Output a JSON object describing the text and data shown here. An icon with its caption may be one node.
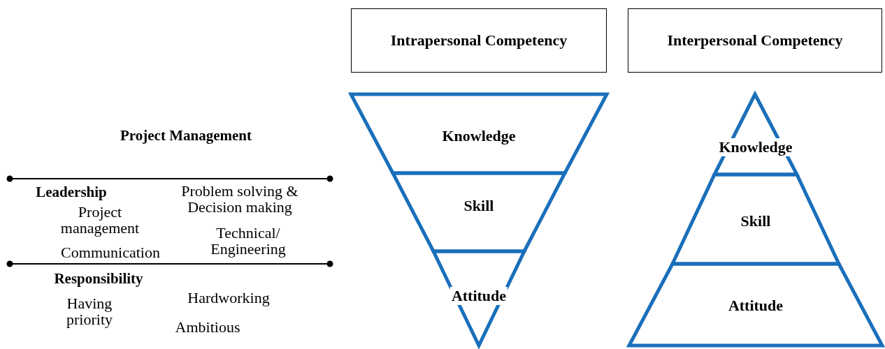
{
  "diagram": {
    "nodes": [
      {
        "text": [
          "Intrapersonal Competency"
        ]
      },
      {
        "text": [
          "Interpersonal Competency"
        ]
      },
      {
        "text": [
          "Knowledge"
        ]
      },
      {
        "text": [
          "Skill"
        ]
      },
      {
        "text": [
          "Attitude"
        ]
      },
      {
        "text": [
          "Knowledge"
        ]
      },
      {
        "text": [
          "Skill"
        ]
      },
      {
        "text": [
          "Attitude"
        ]
      }
    ],
    "labels": [
      "Project Management",
      "Leadership",
      "Problem solving & Decision making",
      "Project management",
      "Technical/ Engineering",
      "Communication",
      "Responsibility",
      "Hardworking",
      "Having priority",
      "Ambitious"
    ]
  }
}
